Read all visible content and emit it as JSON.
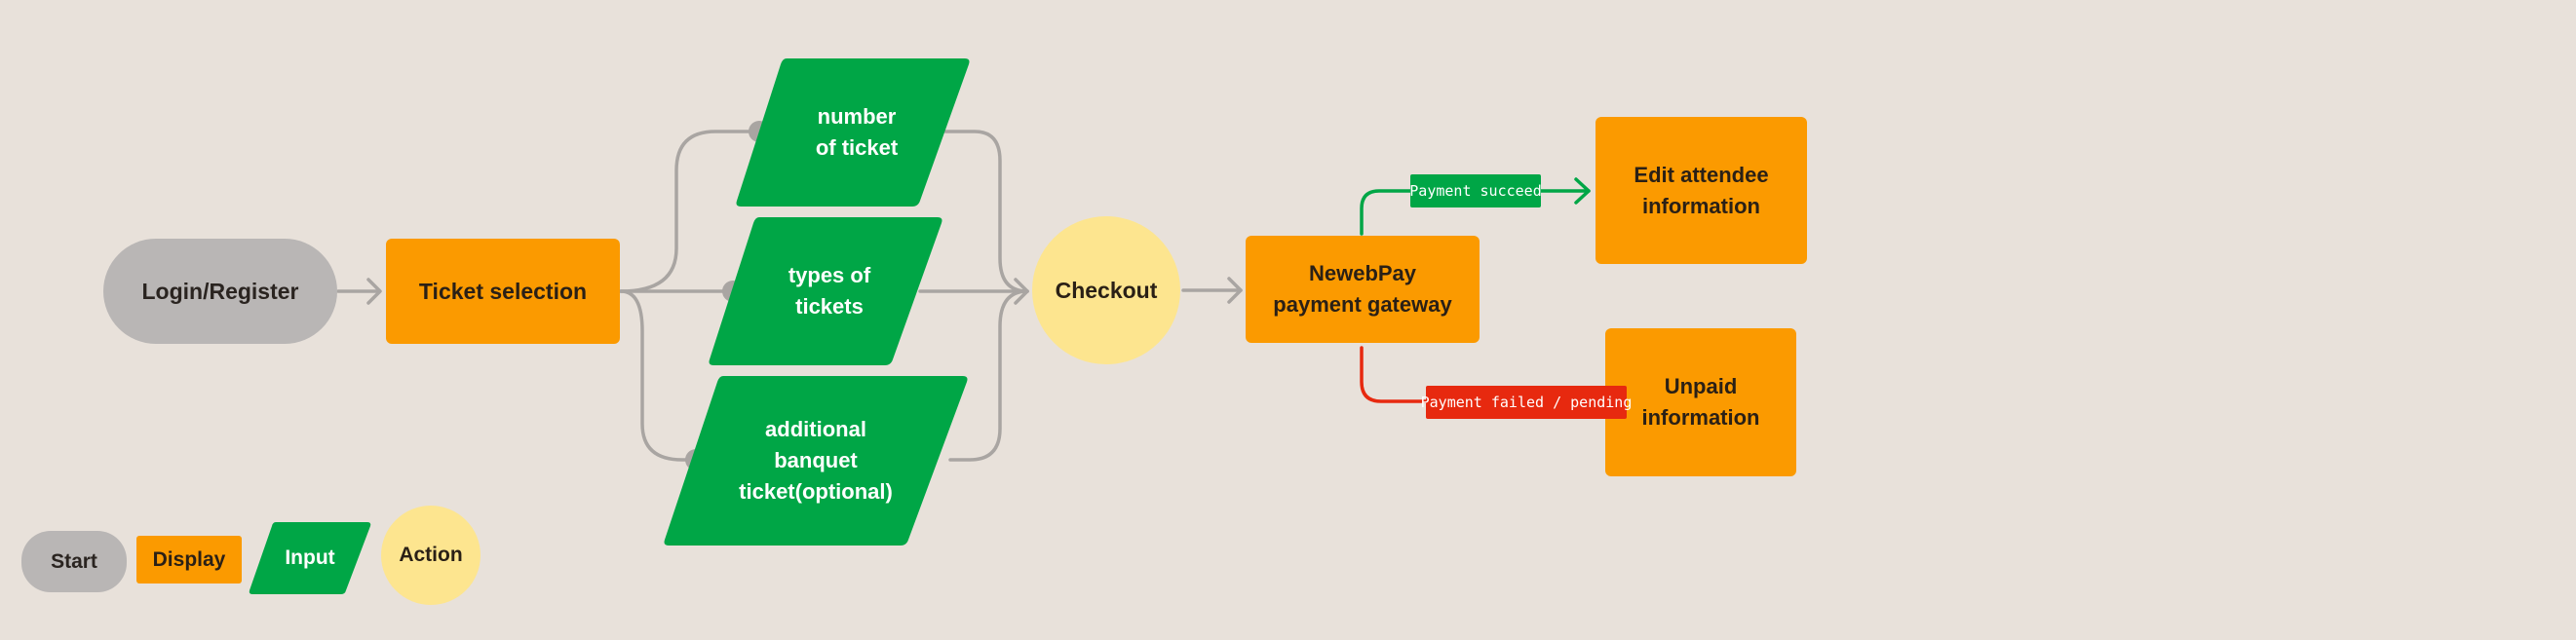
{
  "colors": {
    "background": "#e8e1da",
    "start": "#b9b6b5",
    "display": "#fb9a00",
    "input": "#00a646",
    "action": "#fde58f",
    "connector": "#a9a5a2",
    "success": "#00a646",
    "failure": "#e7290f"
  },
  "nodes": {
    "login_register": "Login/Register",
    "ticket_selection": "Ticket selection",
    "number_of_ticket": "number\nof ticket",
    "types_of_tickets": "types of\ntickets",
    "additional_banquet": "additional\nbanquet\nticket(optional)",
    "checkout": "Checkout",
    "payment_gateway": "NewebPay\npayment gateway",
    "edit_attendee": "Edit attendee\ninformation",
    "unpaid_information": "Unpaid\ninformation"
  },
  "edge_labels": {
    "payment_succeed": "Payment succeed",
    "payment_failed": "Payment failed / pending"
  },
  "legend": {
    "start": "Start",
    "display": "Display",
    "input": "Input",
    "action": "Action"
  }
}
